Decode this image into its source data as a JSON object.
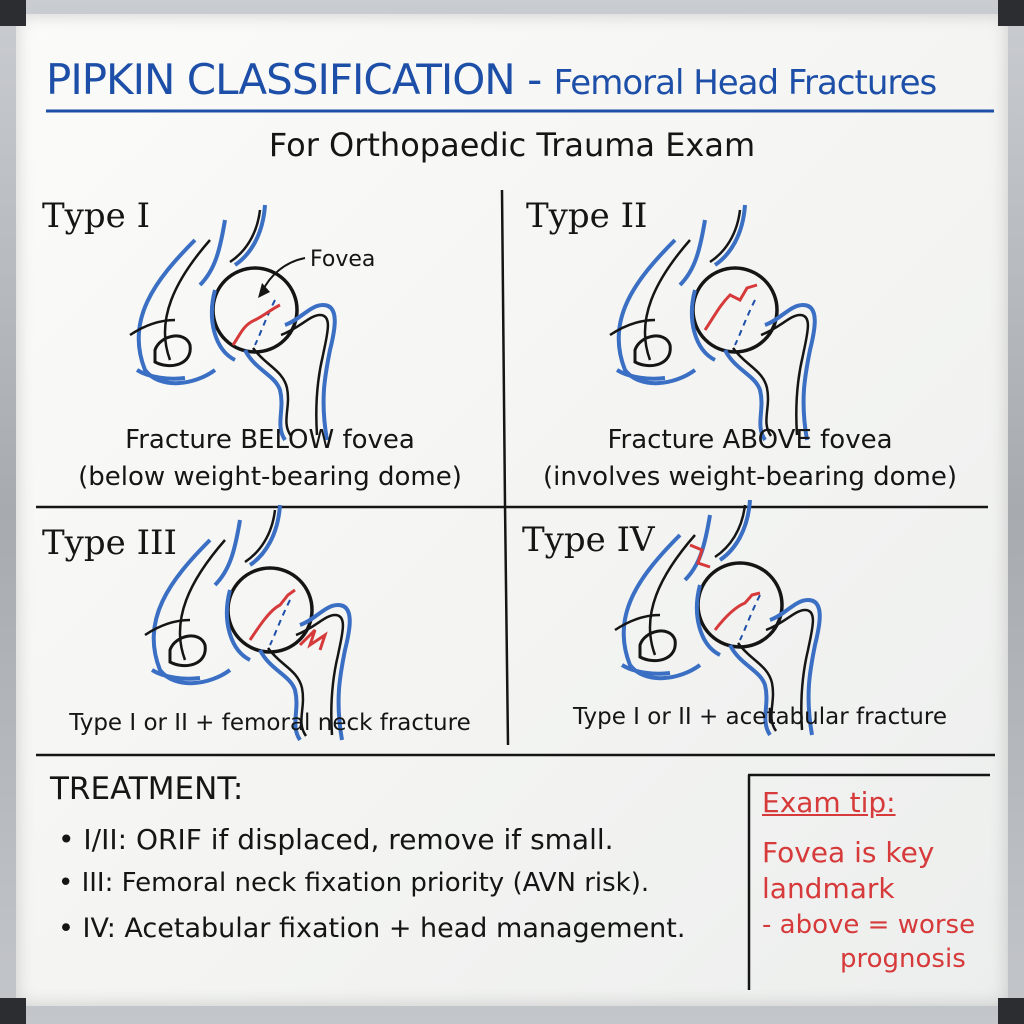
{
  "title": {
    "main": "PIPKIN CLASSIFICATION",
    "dash": " - ",
    "sub": "Femoral Head Fractures"
  },
  "subtitle": "For Orthopaedic Trauma Exam",
  "types": [
    {
      "label": "Type I",
      "caption_1": "Fracture BELOW fovea",
      "caption_2": "(below weight-bearing dome)",
      "annotation": "Fovea"
    },
    {
      "label": "Type II",
      "caption_1": "Fracture ABOVE fovea",
      "caption_2": "(involves weight-bearing dome)"
    },
    {
      "label": "Type III",
      "caption_1": "Type I or II + femoral neck fracture"
    },
    {
      "label": "Type IV",
      "caption_1": "Type I or II + acetabular fracture"
    }
  ],
  "treatment": {
    "heading": "TREATMENT:",
    "items": [
      "• I/II: ORIF if displaced, remove if small.",
      "• III: Femoral neck fixation priority (AVN risk).",
      "• IV: Acetabular fixation + head management."
    ]
  },
  "exam_tip": {
    "heading": "Exam tip:",
    "line_1": "Fovea is key",
    "line_2": "landmark",
    "line_3": "- above = worse",
    "line_4": "prognosis"
  },
  "colors": {
    "title": "#1d4fa8",
    "bone_outline": "#3a6fc4",
    "fracture": "#d63a3a",
    "ink": "#151515"
  }
}
